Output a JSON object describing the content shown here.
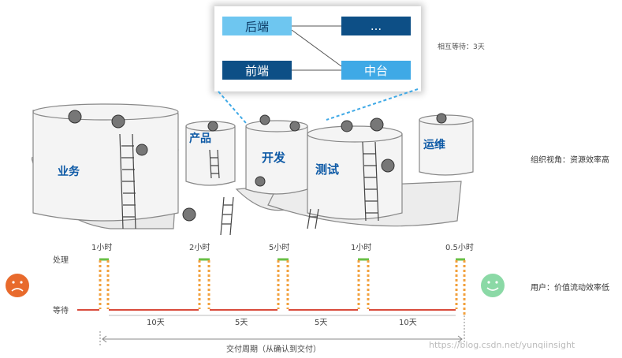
{
  "callout": {
    "nodes": {
      "backend": "后端",
      "dots": "...",
      "frontend": "前端",
      "middle_platform": "中台"
    },
    "wait_note": "相互等待：3天"
  },
  "silos": [
    "业务",
    "产品",
    "开发",
    "测试",
    "运维"
  ],
  "org_view": "组织视角：资源效率高",
  "user_view": "用户：价值流动效率低",
  "timeline": {
    "state_labels": {
      "process": "处理",
      "wait": "等待"
    },
    "process_durations": [
      "1小时",
      "2小时",
      "5小时",
      "1小时",
      "0.5小时"
    ],
    "wait_durations": [
      "10天",
      "5天",
      "5天",
      "10天"
    ],
    "cycle_label": "交付周期（从确认到交付）",
    "colors": {
      "process": "#6abf45",
      "transition": "#f2a03d",
      "wait": "#d94b3c",
      "sad": "#e86a2c",
      "happy": "#8bd9a6"
    }
  },
  "watermark": "https://blog.csdn.net/yunqiinsight"
}
